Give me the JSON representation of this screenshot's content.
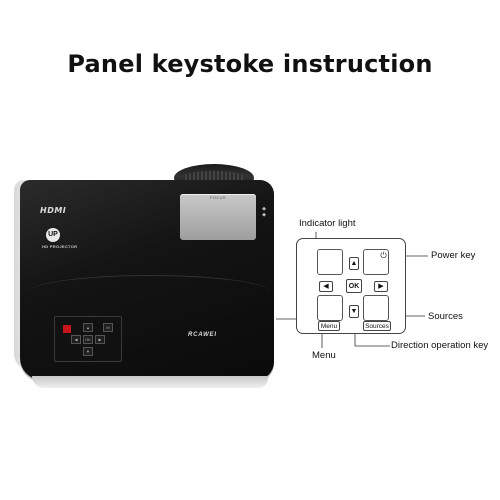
{
  "title": "Panel keystoke instruction",
  "projector": {
    "hdmi_logo": "HDMI",
    "up_badge": "UP",
    "up_badge_text": "HD PROJECTOR",
    "focus_label": "FOCUS",
    "brand_logo": "RCAWEI",
    "pad_keys": [
      "▲",
      "OK",
      "◀",
      "▶",
      "▼",
      "M"
    ]
  },
  "keypad": {
    "up_arrow": "▲",
    "down_arrow": "▼",
    "left_arrow": "◀",
    "right_arrow": "▶",
    "ok_label": "OK",
    "power_icon": "⏻",
    "menu_label": "Menu",
    "sources_label": "Sources"
  },
  "callouts": {
    "indicator_light": "Indicator light",
    "power_key": "Power key",
    "sources": "Sources",
    "menu": "Menu",
    "direction_key": "Direction operation key"
  }
}
